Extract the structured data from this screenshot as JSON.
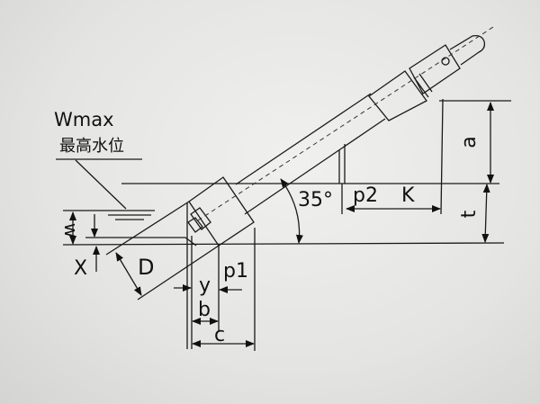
{
  "labels": {
    "wmax": "Wmax",
    "wmax_cn": "最高水位",
    "w": "w",
    "x": "X",
    "d": "D",
    "y": "y",
    "p1": "p1",
    "b": "b",
    "c": "c",
    "angle": "35°",
    "p2": "p2",
    "k": "K",
    "a": "a",
    "t": "t"
  }
}
